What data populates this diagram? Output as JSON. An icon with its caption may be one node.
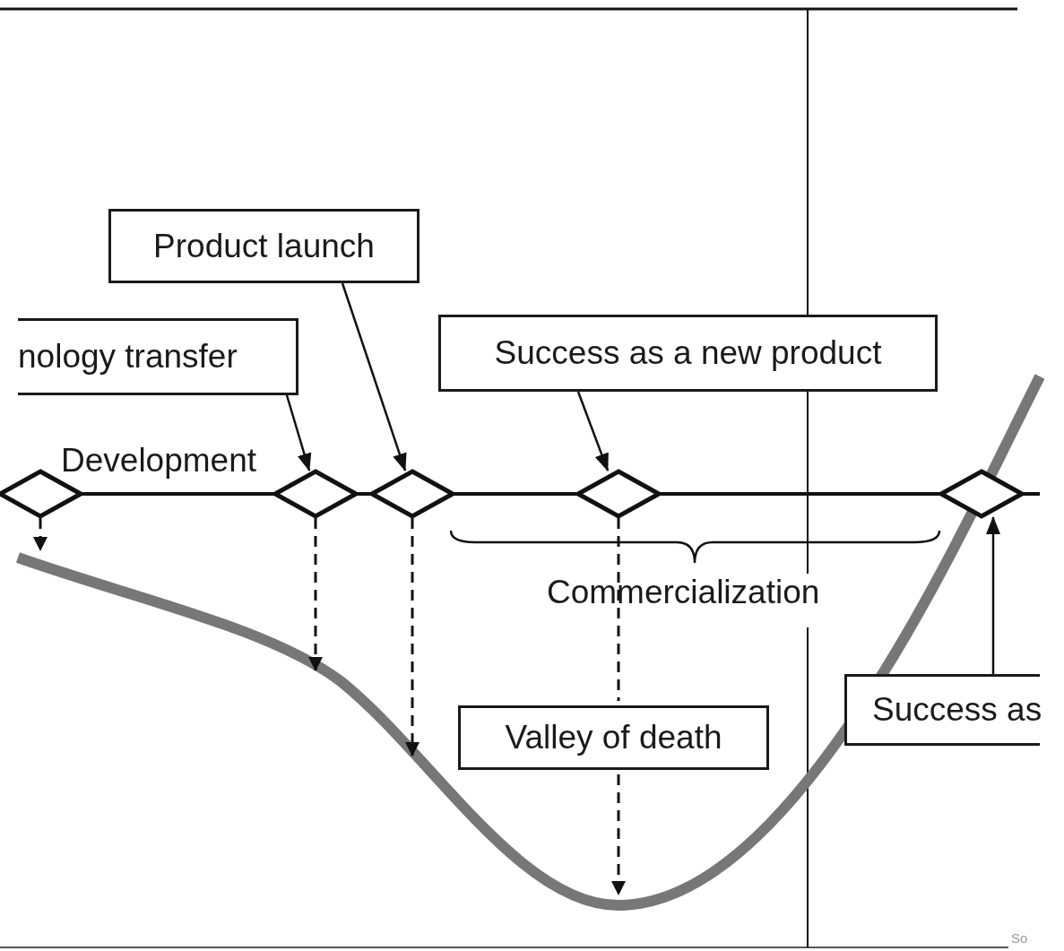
{
  "diagram": {
    "nodes": [
      {
        "text": [
          "nology transfer"
        ]
      },
      {
        "text": [
          "Product launch"
        ]
      },
      {
        "text": [
          "Success as a new product"
        ]
      },
      {
        "text": [
          "Valley of death"
        ]
      },
      {
        "text": [
          "Success as"
        ]
      },
      {
        "text": [],
        "shape": "diamond"
      },
      {
        "text": [],
        "shape": "diamond"
      },
      {
        "text": [],
        "shape": "diamond"
      },
      {
        "text": [],
        "shape": "diamond"
      },
      {
        "text": [],
        "shape": "diamond"
      }
    ],
    "edges": [
      {
        "from": 0,
        "to": 6,
        "arrow": "to"
      },
      {
        "from": 1,
        "to": 7,
        "arrow": "to"
      },
      {
        "from": 2,
        "to": 8,
        "arrow": "to"
      },
      {
        "from": 4,
        "to": 9,
        "arrow": "to"
      },
      {
        "from": 5,
        "to": null,
        "arrow": "to",
        "style": "dashed"
      },
      {
        "from": 6,
        "to": null,
        "arrow": "to",
        "style": "dashed"
      },
      {
        "from": 7,
        "to": null,
        "arrow": "to",
        "style": "dashed"
      },
      {
        "from": 8,
        "to": null,
        "arrow": "to",
        "style": "dashed"
      },
      {
        "from": 5,
        "to": 6,
        "arrow": "none"
      },
      {
        "from": 6,
        "to": 7,
        "arrow": "none"
      },
      {
        "from": 7,
        "to": 8,
        "arrow": "none"
      },
      {
        "from": 8,
        "to": 9,
        "arrow": "none"
      },
      {
        "from": 9,
        "to": null,
        "arrow": "none"
      }
    ],
    "labels": [
      "Development",
      "Commercialization",
      "So"
    ]
  }
}
